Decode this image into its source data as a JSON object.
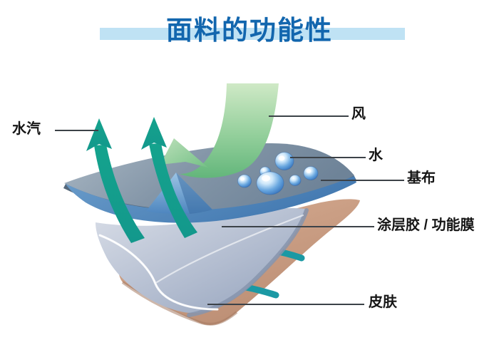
{
  "title": {
    "text": "面料的功能性",
    "text_color": "#1266ae",
    "band_color": "#bfe2f4"
  },
  "labels": {
    "water_vapor": "水汽",
    "wind": "风",
    "water": "水",
    "base_fabric": "基布",
    "coating": "涂层胶 / 功能膜",
    "skin": "皮肤"
  },
  "colors": {
    "base_fabric_layer": "#7f93a6",
    "blue_layer": "#4e86bf",
    "membrane_layer": "#c0c9d8",
    "skin_layer": "#c99d84",
    "vapor_arrow": "#17a28e",
    "sweat_dash": "#1b99a4",
    "wind_ribbon": "#8fcd96",
    "water_droplet": "#4a90d9",
    "leader_line": "#3c4248",
    "label_text": "#161616"
  }
}
